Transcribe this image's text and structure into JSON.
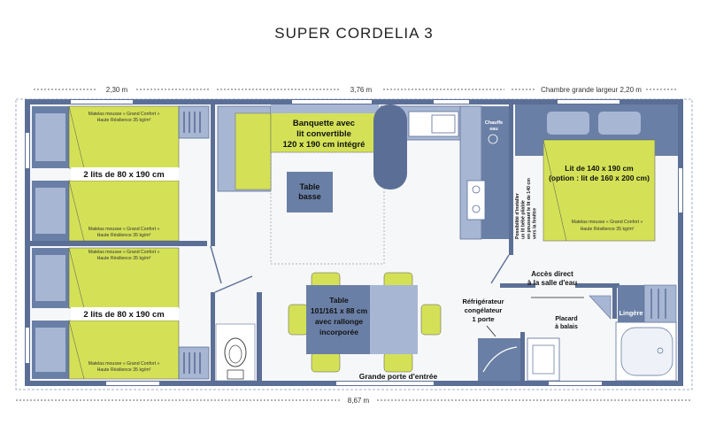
{
  "title": "SUPER CORDELIA 3",
  "dimensions": {
    "left": "2,30 m",
    "middle": "3,76 m",
    "right": "Chambre grande largeur 2,20 m",
    "total": "8,67 m"
  },
  "rooms": {
    "beds_top": "2 lits de 80 x 190 cm",
    "beds_bottom": "2 lits de 80 x 190 cm",
    "mattress_line1": "Matelas mousse « Grand Confort »",
    "mattress_line2": "Haute Résilience 35 kg/m²",
    "banquette": [
      "Banquette avec",
      "lit convertible",
      "120 x 190 cm intégré"
    ],
    "table_basse": [
      "Table",
      "basse"
    ],
    "table": [
      "Table",
      "101/161 x 88 cm",
      "avec rallonge",
      "incorporée"
    ],
    "chauffe_eau": [
      "Chauffe",
      "eau"
    ],
    "lit_double": [
      "Lit de 140 x 190 cm",
      "(option : lit de 160 x 200 cm)"
    ],
    "lit_double_mattress1": "Matelas mousse « Grand Confort »",
    "lit_double_mattress2": "Haute Résilience 35 kg/m²",
    "possibilite": [
      "Possibilité d'installer",
      "un lit bébé pliable",
      "en poussant le lit de 140 cm",
      "vers la fenêtre"
    ],
    "acces": [
      "Accès direct",
      "à la salle d'eau"
    ],
    "refrigerateur": [
      "Réfrigérateur",
      "congélateur",
      "1 porte"
    ],
    "placard": [
      "Placard",
      "à balais"
    ],
    "lingere": "Lingère",
    "entree": "Grande porte d'entrée"
  },
  "colors": {
    "lime": "#d4e157",
    "blue": "#6a7fa6",
    "light_blue": "#a7b6d3",
    "wall": "#5b6f96",
    "floor": "#f6f7f9"
  }
}
